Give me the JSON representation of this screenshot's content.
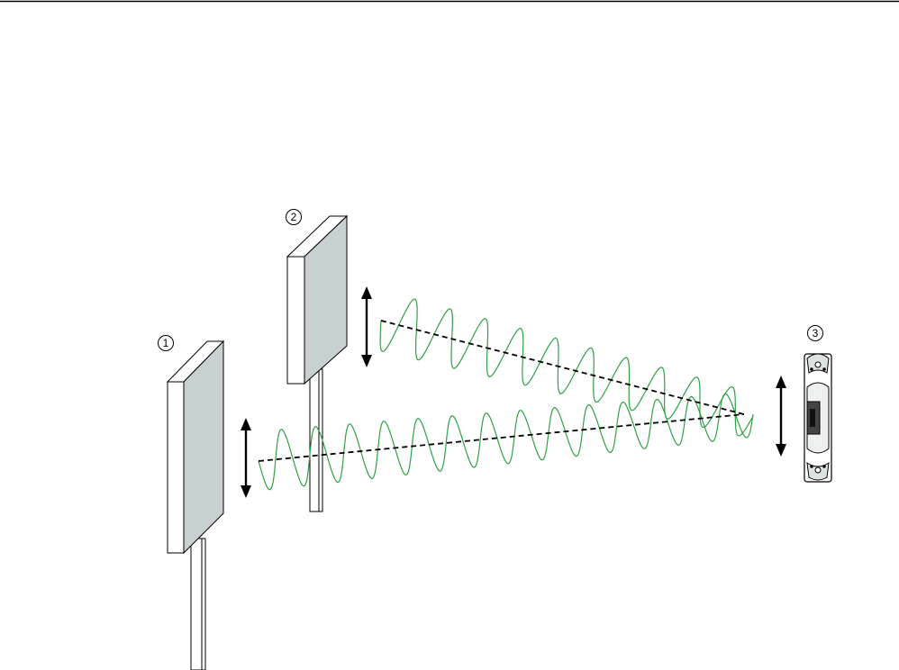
{
  "diagram": {
    "callouts": [
      {
        "id": "callout-1",
        "label": "1"
      },
      {
        "id": "callout-2",
        "label": "2"
      },
      {
        "id": "callout-3",
        "label": "3"
      }
    ],
    "colors": {
      "wave": "#2ea043",
      "panel_face": "#c8d1d1",
      "panel_side": "#ffffff",
      "stroke": "#000000",
      "beam": "#000000"
    },
    "icons": [
      "transmitter-panel-1",
      "transmitter-panel-2",
      "receiver-device",
      "double-arrow-icon"
    ]
  }
}
